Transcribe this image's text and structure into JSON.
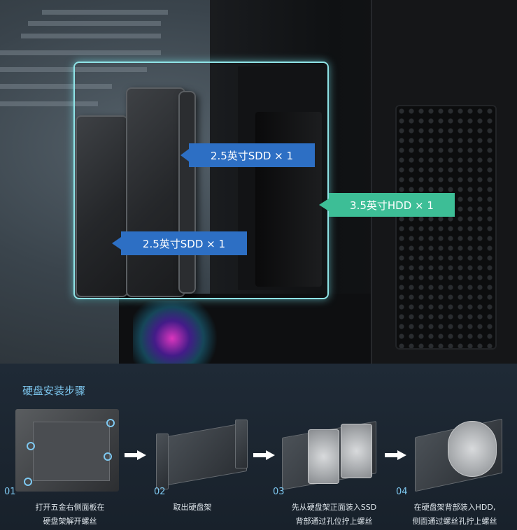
{
  "labels": {
    "ssd_top": "2.5英寸SDD × 1",
    "ssd_bottom": "2.5英寸SDD × 1",
    "hdd": "3.5英寸HDD × 1"
  },
  "steps": {
    "title": "硬盘安装步骤",
    "items": [
      {
        "num": "01",
        "line1": "打开五金右侧面板在",
        "line2": "硬盘架解开螺丝"
      },
      {
        "num": "02",
        "line1": "取出硬盘架",
        "line2": ""
      },
      {
        "num": "03",
        "line1": "先从硬盘架正面装入SSD",
        "line2": "背部通过孔位拧上螺丝"
      },
      {
        "num": "04",
        "line1": "在硬盘架背部装入HDD,",
        "line2": "侧面通过螺丝孔拧上螺丝"
      }
    ]
  },
  "colors": {
    "ssd_label": "#2d6fc4",
    "hdd_label": "#3dbe96",
    "accent": "#7ec8f0"
  }
}
